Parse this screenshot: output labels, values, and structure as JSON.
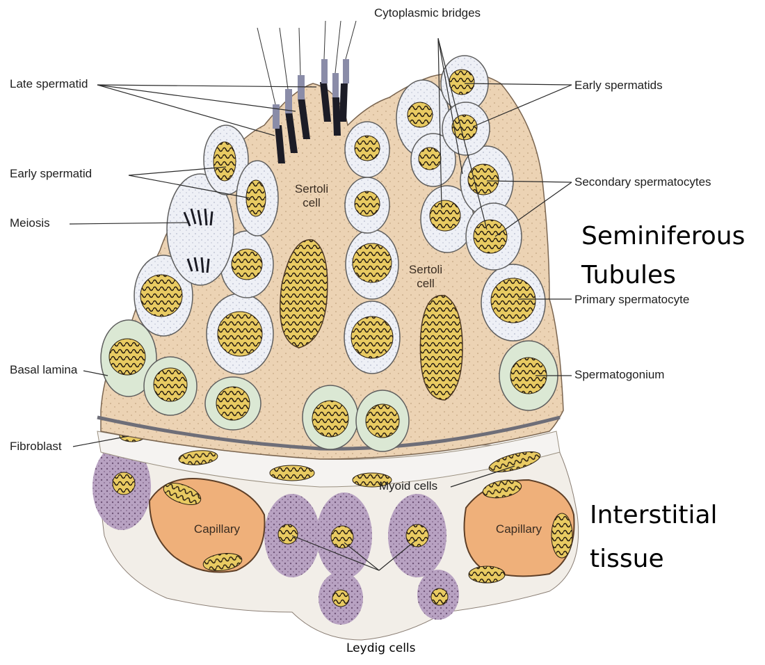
{
  "labels": {
    "cytoplasmic_bridges": "Cytoplasmic bridges",
    "late_spermatid": "Late spermatid",
    "early_spermatids": "Early spermatids",
    "early_spermatid": "Early spermatid",
    "secondary_spermatocytes": "Secondary spermatocytes",
    "meiosis": "Meiosis",
    "primary_spermatocyte": "Primary spermatocyte",
    "basal_lamina": "Basal lamina",
    "spermatogonium": "Spermatogonium",
    "fibroblast": "Fibroblast",
    "myoid_cells": "Myoid cells",
    "sertoli_cell_left_1": "Sertoli",
    "sertoli_cell_left_2": "cell",
    "sertoli_cell_right_1": "Sertoli",
    "sertoli_cell_right_2": "cell",
    "capillary_left": "Capillary",
    "capillary_right": "Capillary",
    "leydig_cells": "Leydig cells"
  },
  "regions": {
    "seminiferous_1": "Seminiferous",
    "seminiferous_2": "Tubules",
    "interstitial_1": "Interstitial",
    "interstitial_2": "tissue"
  },
  "colors": {
    "sertoli": "#ecd3b4",
    "nucleus": "#e8c95a",
    "germ_cell": "#eef0f6",
    "spermatogonium": "#dbe8d4",
    "capillary": "#efb07a",
    "leydig": "#b7a0c0",
    "lamina": "#6e6e78"
  }
}
